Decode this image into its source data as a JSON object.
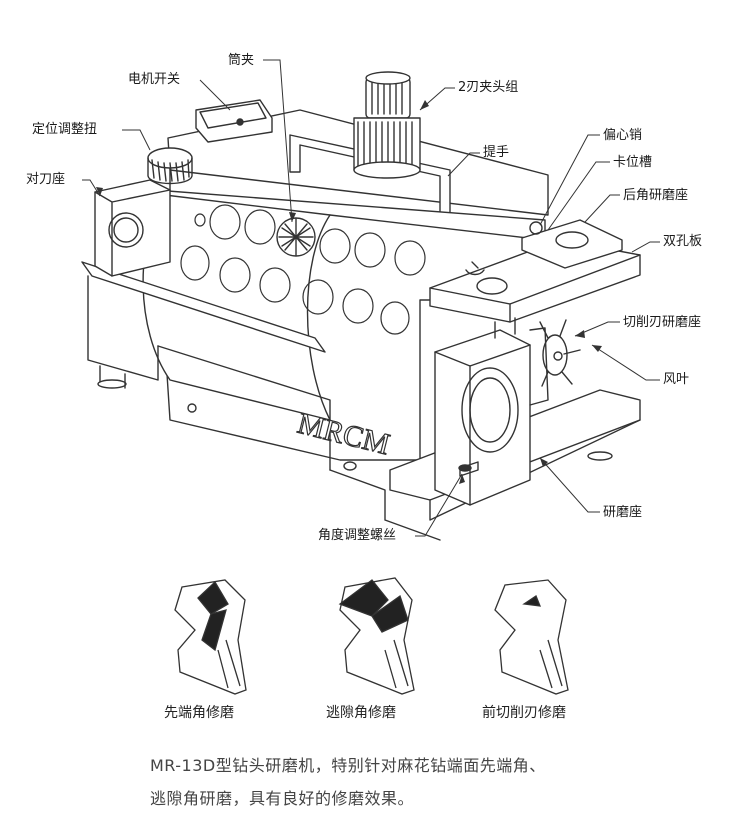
{
  "callouts": {
    "tongjia": "筒夹",
    "motor_switch": "电机开关",
    "chuck_group": "2刃夹头组",
    "position_knob": "定位调整扭",
    "duidao_seat": "对刀座",
    "handle": "提手",
    "eccentric_pin": "偏心销",
    "slot": "卡位槽",
    "rear_angle_seat": "后角研磨座",
    "double_hole_plate": "双孔板",
    "cutting_edge_seat": "切削刃研磨座",
    "fan_blade": "风叶",
    "grinding_seat": "研磨座",
    "angle_screw": "角度调整螺丝"
  },
  "brand": "MRCM",
  "captions": [
    "先端角修磨",
    "逃隙角修磨",
    "前切削刃修磨"
  ],
  "description": {
    "line1": "MR-13D型钻头研磨机，特别针对麻花钻端面先端角、",
    "line2": "逃隙角研磨，具有良好的修磨效果。"
  }
}
